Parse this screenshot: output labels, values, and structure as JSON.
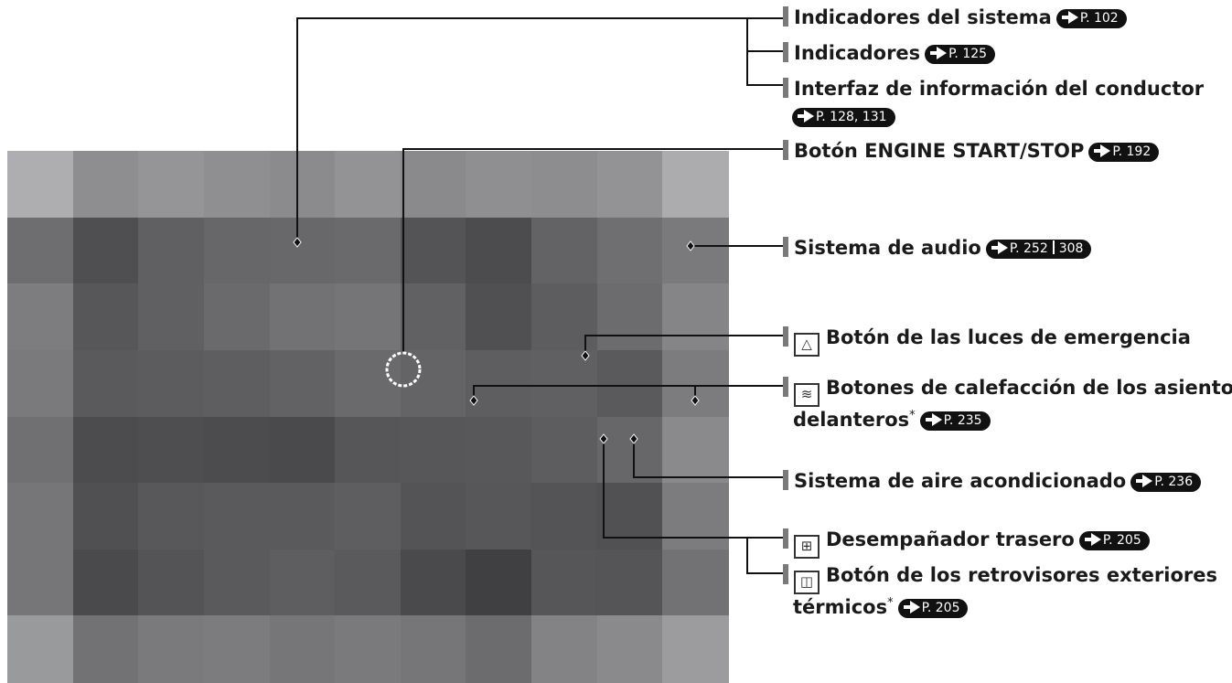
{
  "callouts": [
    {
      "id": "system-indicators",
      "text": "Indicadores del sistema",
      "refs": [
        "P. 102"
      ]
    },
    {
      "id": "indicators",
      "text": "Indicadores",
      "refs": [
        "P. 125"
      ]
    },
    {
      "id": "driver-info-interface",
      "text": "Interfaz de información del conductor",
      "refs": [
        "P. 128, 131"
      ]
    },
    {
      "id": "engine-start-stop",
      "text": "Botón ENGINE START/STOP",
      "refs": [
        "P. 192"
      ]
    },
    {
      "id": "audio-system",
      "text": "Sistema de audio",
      "refs": [
        "P. 252",
        "308"
      ]
    },
    {
      "id": "hazard-button",
      "text": "Botón de las luces de emergencia",
      "icon": "hazard-triangle-icon",
      "icon_glyph": "△"
    },
    {
      "id": "seat-heater-buttons",
      "text_line1": "Botones de calefacción de los asientos",
      "text_line2": "delanteros",
      "footnote": "*",
      "icon": "seat-heater-icon",
      "icon_glyph": "≋",
      "refs": [
        "P. 235"
      ]
    },
    {
      "id": "climate-control",
      "text": "Sistema de aire acondicionado",
      "refs": [
        "P. 236"
      ]
    },
    {
      "id": "rear-defroster",
      "text": "Desempañador trasero",
      "icon": "rear-defroster-icon",
      "icon_glyph": "⊞",
      "refs": [
        "P. 205"
      ]
    },
    {
      "id": "heated-mirrors",
      "text_line1": "Botón de los retrovisores exteriores",
      "text_line2": "térmicos",
      "footnote": "*",
      "icon": "heated-mirror-icon",
      "icon_glyph": "◫",
      "refs": [
        "P. 205"
      ]
    }
  ],
  "colors": {
    "text": "#1a1a1a",
    "line": "#111111",
    "bar": "#7a7a7a",
    "pill": "#111111"
  }
}
